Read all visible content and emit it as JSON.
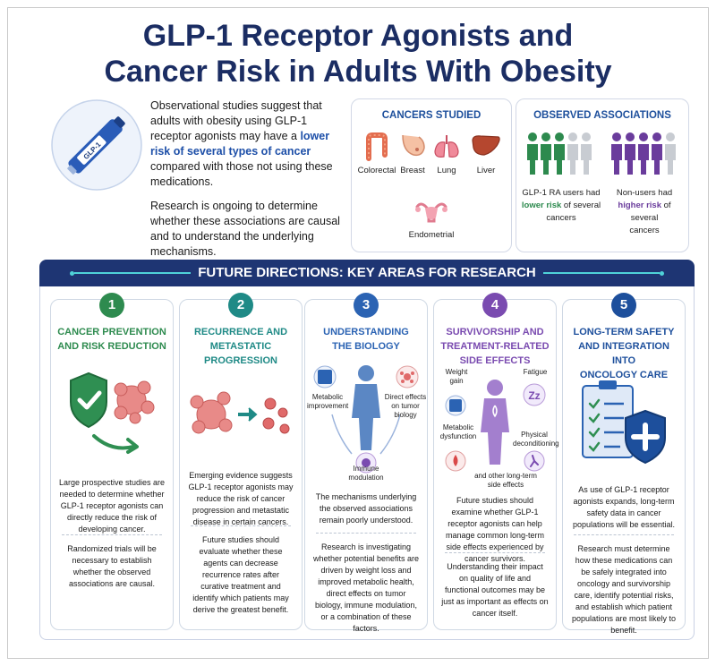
{
  "title": {
    "line1": "GLP-1 Receptor Agonists and",
    "line2": "Cancer Risk in Adults With Obesity"
  },
  "intro": {
    "pen_label": "GLP-1",
    "p1_a": "Observational studies suggest that adults with obesity using GLP-1 receptor agonists may have a ",
    "p1_highlight": "lower risk of several types of cancer",
    "p1_b": " compared with those not using these medications.",
    "p2": "Research is ongoing to determine whether these associations are causal and to understand the underlying mechanisms."
  },
  "cancers": {
    "title": "CANCERS STUDIED",
    "items": [
      "Colorectal",
      "Breast",
      "Lung",
      "Liver",
      "Endometrial"
    ]
  },
  "associations": {
    "title": "OBSERVED ASSOCIATIONS",
    "users_a": "GLP-1 RA users had",
    "users_b": "lower risk",
    "users_c": " of several",
    "users_d": "cancers",
    "non_a": "Non-users had",
    "non_b": "higher risk",
    "non_c": " of several",
    "non_d": "cancers"
  },
  "banner": "FUTURE DIRECTIONS: KEY AREAS FOR RESEARCH",
  "columns": [
    {
      "num": "1",
      "title_1": "CANCER PREVENTION",
      "title_2": "AND RISK REDUCTION",
      "text1": "Large prospective studies are needed to determine whether GLP-1 receptor agonists can directly reduce the risk of developing cancer.",
      "text2": "Randomized trials will be necessary to establish whether the observed associations are causal."
    },
    {
      "num": "2",
      "title_1": "RECURRENCE AND",
      "title_2": "METASTATIC",
      "title_3": "PROGRESSION",
      "text1": "Emerging evidence suggests GLP-1 receptor agonists may reduce the risk of cancer progression and metastatic disease in certain cancers.",
      "text2": "Future studies should evaluate whether these agents can decrease recurrence rates after curative treatment and identify which patients may derive the greatest benefit."
    },
    {
      "num": "3",
      "title_1": "UNDERSTANDING",
      "title_2": "THE BIOLOGY",
      "label_metabolic": "Metabolic improvement",
      "label_direct": "Direct effects on tumor biology",
      "label_immune": "Immune modulation",
      "text1": "The mechanisms underlying the observed associations remain poorly understood.",
      "text2": "Research is investigating whether potential benefits are driven by weight loss and improved metabolic health, direct effects on tumor biology, immune modulation, or a combination of these factors."
    },
    {
      "num": "4",
      "title_1": "SURVIVORSHIP AND",
      "title_2": "TREATMENT-RELATED",
      "title_3": "SIDE EFFECTS",
      "label_weight": "Weight gain",
      "label_fatigue": "Fatigue",
      "label_metabolic": "Metabolic dysfunction",
      "label_physical": "Physical deconditioning",
      "label_other": "and other long-term side effects",
      "text1": "Future studies should examine whether GLP-1 receptor agonists can help manage common long-term side effects experienced by cancer survivors.",
      "text2": "Understanding their impact on quality of life and functional outcomes may be just as important as effects on cancer itself."
    },
    {
      "num": "5",
      "title_1": "LONG-TERM SAFETY",
      "title_2": "AND INTEGRATION INTO",
      "title_3": "ONCOLOGY CARE",
      "text1": "As use of GLP-1 receptor agonists expands, long-term safety data in cancer populations will be essential.",
      "text2": "Research must determine how these medications can be safely integrated into oncology and survivorship care, identify potential risks, and establish which patient populations are most likely to benefit."
    }
  ],
  "colors": {
    "navy": "#1b2d63",
    "col1": "#2e8b4f",
    "col2": "#1f8a86",
    "col3": "#2b63b3",
    "col4": "#7a4bb0",
    "col5": "#1d4f9c"
  }
}
